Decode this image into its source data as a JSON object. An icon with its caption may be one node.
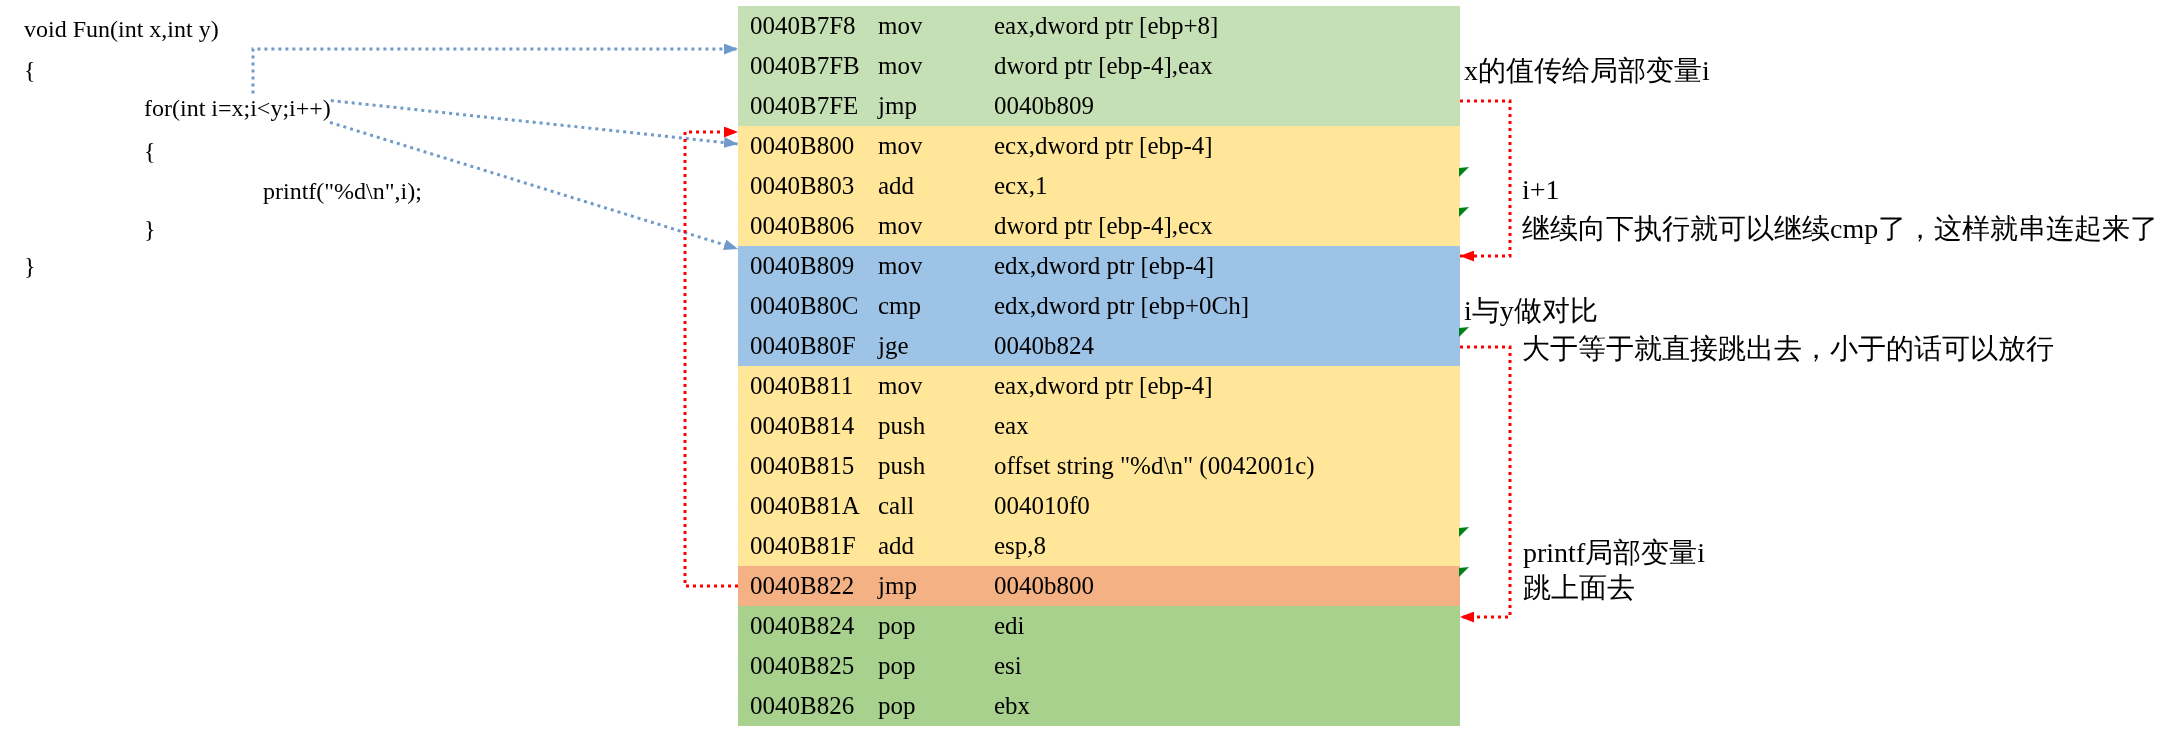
{
  "diagram": {
    "nodes": [
      {
        "text": [
          "for(int i=x;i<y;i++)"
        ]
      },
      {
        "text": [
          "0040B7F8",
          "mov",
          "eax,dword ptr [ebp+8]",
          "0040B7FB",
          "mov",
          "dword ptr [ebp-4],eax",
          "0040B7FE",
          "jmp",
          "0040b809"
        ]
      },
      {
        "text": [
          "0040B800",
          "mov",
          "ecx,dword ptr [ebp-4]",
          "0040B803",
          "add",
          "ecx,1",
          "0040B806",
          "mov",
          "dword ptr [ebp-4],ecx"
        ]
      },
      {
        "text": [
          "0040B809",
          "mov",
          "edx,dword ptr [ebp-4]",
          "0040B80C",
          "cmp",
          "edx,dword ptr [ebp+0Ch]",
          "0040B80F",
          "jge",
          "0040b824"
        ]
      },
      {
        "text": [
          "0040B811",
          "mov",
          "eax,dword ptr [ebp-4]",
          "0040B814",
          "push",
          "eax",
          "0040B815",
          "push",
          "offset string \"%d\\n\" (0042001c)",
          "0040B81A",
          "call",
          "004010f0",
          "0040B81F",
          "add",
          "esp,8"
        ]
      },
      {
        "text": [
          "0040B822",
          "jmp",
          "0040b800"
        ]
      },
      {
        "text": [
          "0040B824",
          "pop",
          "edi",
          "0040B825",
          "pop",
          "esi",
          "0040B826",
          "pop",
          "ebx"
        ]
      }
    ],
    "edges": [
      {
        "from": 0,
        "to": 1,
        "arrow": "to",
        "color": "#6f9bcb"
      },
      {
        "from": 0,
        "to": 2,
        "arrow": "to",
        "color": "#6f9bcb"
      },
      {
        "from": 0,
        "to": 3,
        "arrow": "to",
        "color": "#6f9bcb"
      },
      {
        "from": 1,
        "to": 3,
        "arrow": "to",
        "color": "#ff0000"
      },
      {
        "from": 3,
        "to": 6,
        "arrow": "to",
        "color": "#ff0000"
      },
      {
        "from": 5,
        "to": 2,
        "arrow": "to",
        "color": "#ff0000"
      }
    ],
    "labels": [
      "void Fun(int x,int y)",
      "{",
      "{",
      "printf(\"%d\\n\",i);",
      "}",
      "}",
      "x的值传给局部变量i",
      "i+1",
      "继续向下执行就可以继续cmp了，这样就串连起来了",
      "i与y做对比",
      "大于等于就直接跳出去，小于的话可以放行",
      "printf局部变量i",
      "跳上面去"
    ]
  }
}
